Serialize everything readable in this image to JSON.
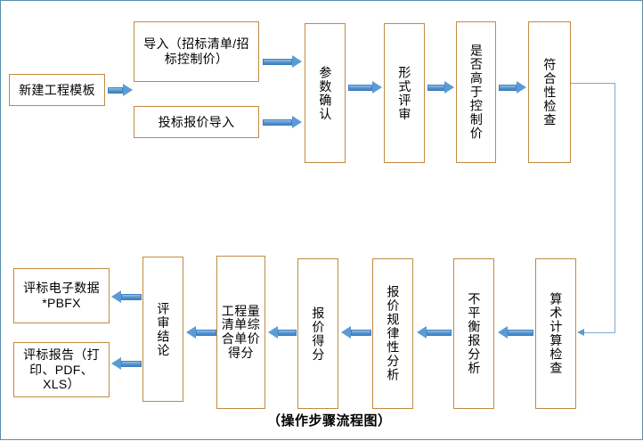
{
  "diagram": {
    "caption": "（操作步骤流程图）",
    "colors": {
      "box_border": "#c08a42",
      "arrow_fill": "#5b9bd5",
      "connector": "#7fa9cd",
      "outer_border": "#5b8fae",
      "text": "#000000",
      "background": "#ffffff"
    },
    "nodes": {
      "new_template": "新建工程模板",
      "import_bid_list": "导入（招标清单/招标控制价）",
      "import_tender_price": "投标报价导入",
      "param_confirm": "参数确认",
      "form_review": "形式评审",
      "above_control_price": "是否高于控制价",
      "compliance_check": "符合性检查",
      "arithmetic_check": "算术计算检查",
      "unbalanced_bid_analysis": "不平衡报分析",
      "price_pattern_analysis": "报价规律性分析",
      "price_score": "报价得分",
      "boq_unit_price_score": "工程量清单综合单价得分",
      "review_conclusion": "评审结论",
      "output_electronic_data": "评标电子数据\n*PBFX",
      "output_report": "评标报告（打印、PDF、XLS）"
    },
    "edges": [
      {
        "from": "new_template",
        "to": "import_bid_list",
        "direction": "right"
      },
      {
        "from": "import_bid_list",
        "to": "param_confirm",
        "direction": "right"
      },
      {
        "from": "import_tender_price",
        "to": "param_confirm",
        "direction": "right"
      },
      {
        "from": "param_confirm",
        "to": "form_review",
        "direction": "right"
      },
      {
        "from": "form_review",
        "to": "above_control_price",
        "direction": "right"
      },
      {
        "from": "above_control_price",
        "to": "compliance_check",
        "direction": "right"
      },
      {
        "from": "compliance_check",
        "to": "arithmetic_check",
        "direction": "feedback-down"
      },
      {
        "from": "arithmetic_check",
        "to": "unbalanced_bid_analysis",
        "direction": "left"
      },
      {
        "from": "unbalanced_bid_analysis",
        "to": "price_pattern_analysis",
        "direction": "left"
      },
      {
        "from": "price_pattern_analysis",
        "to": "price_score",
        "direction": "left"
      },
      {
        "from": "price_score",
        "to": "boq_unit_price_score",
        "direction": "left"
      },
      {
        "from": "boq_unit_price_score",
        "to": "review_conclusion",
        "direction": "left"
      },
      {
        "from": "review_conclusion",
        "to": "output_electronic_data",
        "direction": "left"
      },
      {
        "from": "review_conclusion",
        "to": "output_report",
        "direction": "left"
      }
    ]
  }
}
